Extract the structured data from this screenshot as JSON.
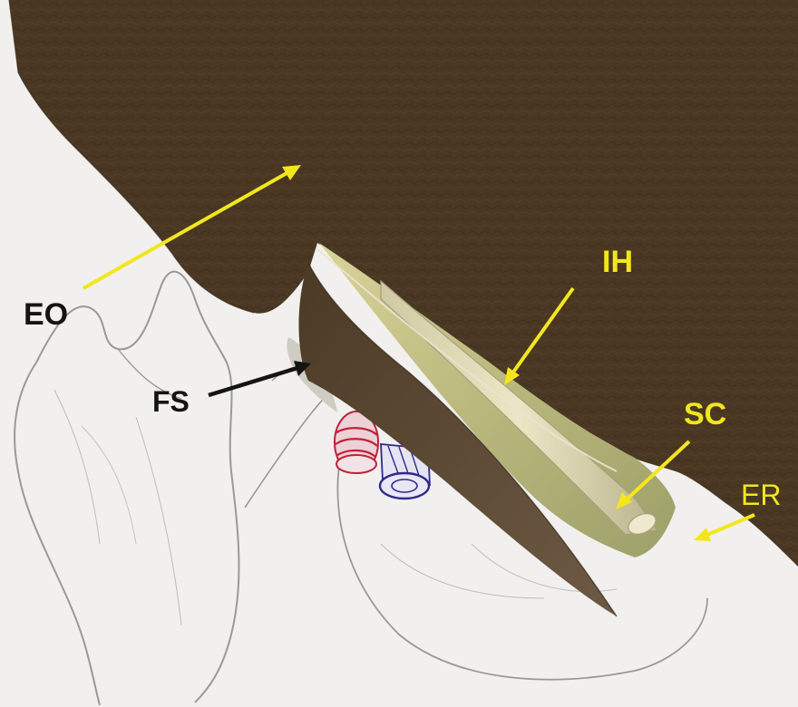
{
  "figure": {
    "labels": {
      "eo": "EO",
      "fs": "FS",
      "ih": "IH",
      "sc": "SC",
      "er": "ER"
    },
    "colors": {
      "paper": "#f1f0ee",
      "leather": "#4a3823",
      "leather_dark": "#3a2c1b",
      "label_yellow": "#f2e61e",
      "label_black": "#141414",
      "red_vessel": "#c0213a",
      "blue_vessel": "#2e2a8c",
      "pencil": "#8a8a8a"
    }
  }
}
